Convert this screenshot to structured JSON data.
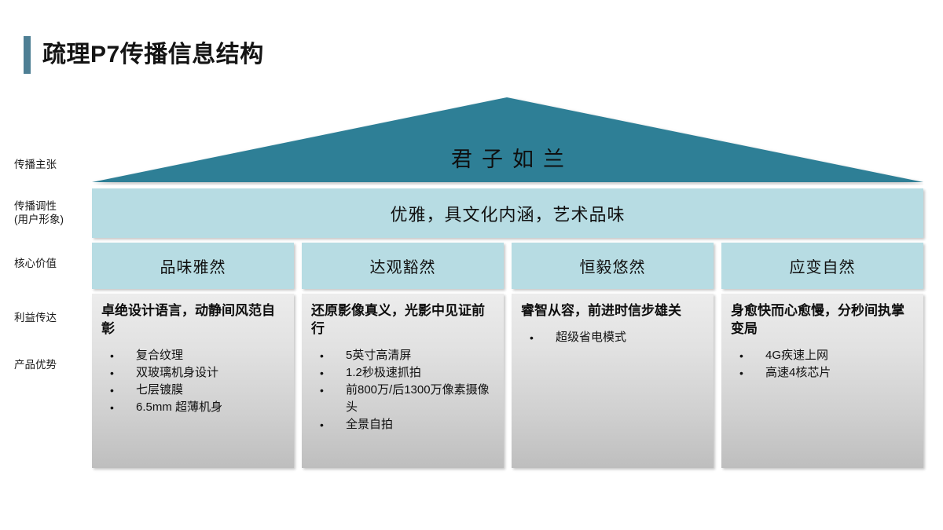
{
  "slide": {
    "title": "疏理P7传播信息结构",
    "accent_bar_color": "#4E7F94",
    "roof_color": "#2E7F96",
    "band_color": "#B7DCE3",
    "card_gradient_from": "#ECECEC",
    "card_gradient_to": "#BEBEBE"
  },
  "row_labels": {
    "claim": "传播主张",
    "tone_line1": "传播调性",
    "tone_line2": "(用户形象)",
    "core": "核心价值",
    "benefit": "利益传达",
    "product": "产品优势"
  },
  "roof": {
    "claim": "君子如兰"
  },
  "tone": {
    "text": "优雅，具文化内涵，艺术品味"
  },
  "core_values": [
    {
      "label": "品味雅然"
    },
    {
      "label": "达观豁然"
    },
    {
      "label": "恒毅悠然"
    },
    {
      "label": "应变自然"
    }
  ],
  "columns": [
    {
      "benefit": "卓绝设计语言，动静间风范自彰",
      "features": [
        "复合纹理",
        "双玻璃机身设计",
        "七层镀膜",
        "6.5mm 超薄机身"
      ]
    },
    {
      "benefit": "还原影像真义，光影中见证前行",
      "features": [
        "5英寸高清屏",
        "1.2秒极速抓拍",
        "前800万/后1300万像素摄像头",
        "全景自拍"
      ]
    },
    {
      "benefit": "睿智从容，前进时信步雄关",
      "features": [
        "超级省电模式"
      ]
    },
    {
      "benefit": "身愈快而心愈慢，分秒间执掌变局",
      "features": [
        "4G疾速上网",
        "高速4核芯片"
      ]
    }
  ]
}
